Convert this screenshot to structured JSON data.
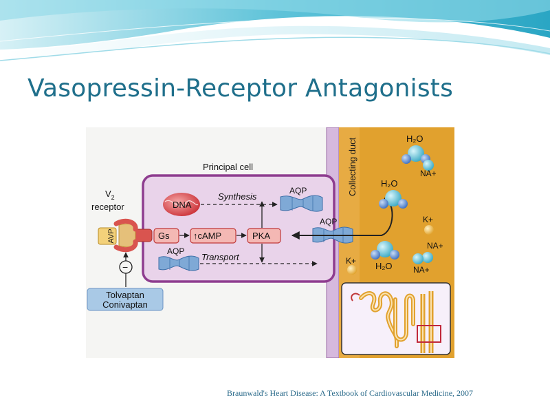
{
  "slide": {
    "title": "Vasopressin-Receptor Antagonists",
    "citation": "Braunwald's Heart Disease: A Textbook of Cardiovascular Medicine, 2007"
  },
  "figure": {
    "principal_cell": "Principal cell",
    "collecting_duct": "Collecting duct",
    "receptor_v": "V",
    "receptor_sub": "2",
    "receptor_word": "receptor",
    "avp": "AVP",
    "dna": "DNA",
    "synthesis": "Synthesis",
    "aqp_synth": "AQP",
    "aqp_membrane": "AQP",
    "aqp_transport": "AQP",
    "transport": "Transport",
    "gs": "Gs",
    "camp": "↑cAMP",
    "pka": "PKA",
    "inhibit": "−",
    "drug1": "Tolvaptan",
    "drug2": "Conivaptan",
    "h2o_1": "H₂O",
    "h2o_2": "H₂O",
    "h2o_3": "H₂O",
    "na_1": "NA+",
    "na_2": "NA+",
    "na_3": "NA+",
    "k_1": "K+",
    "k_2": "K+"
  },
  "colors": {
    "title": "#1f6f8b",
    "cell_fill": "#e9d3ea",
    "cell_border": "#8e3d8f",
    "duct_fill": "#e1a12e",
    "receptor": "#d9544f",
    "aqp": "#7fa9d6",
    "molecule": "#6cc6d9",
    "drug_box": "#a9c9e6"
  }
}
